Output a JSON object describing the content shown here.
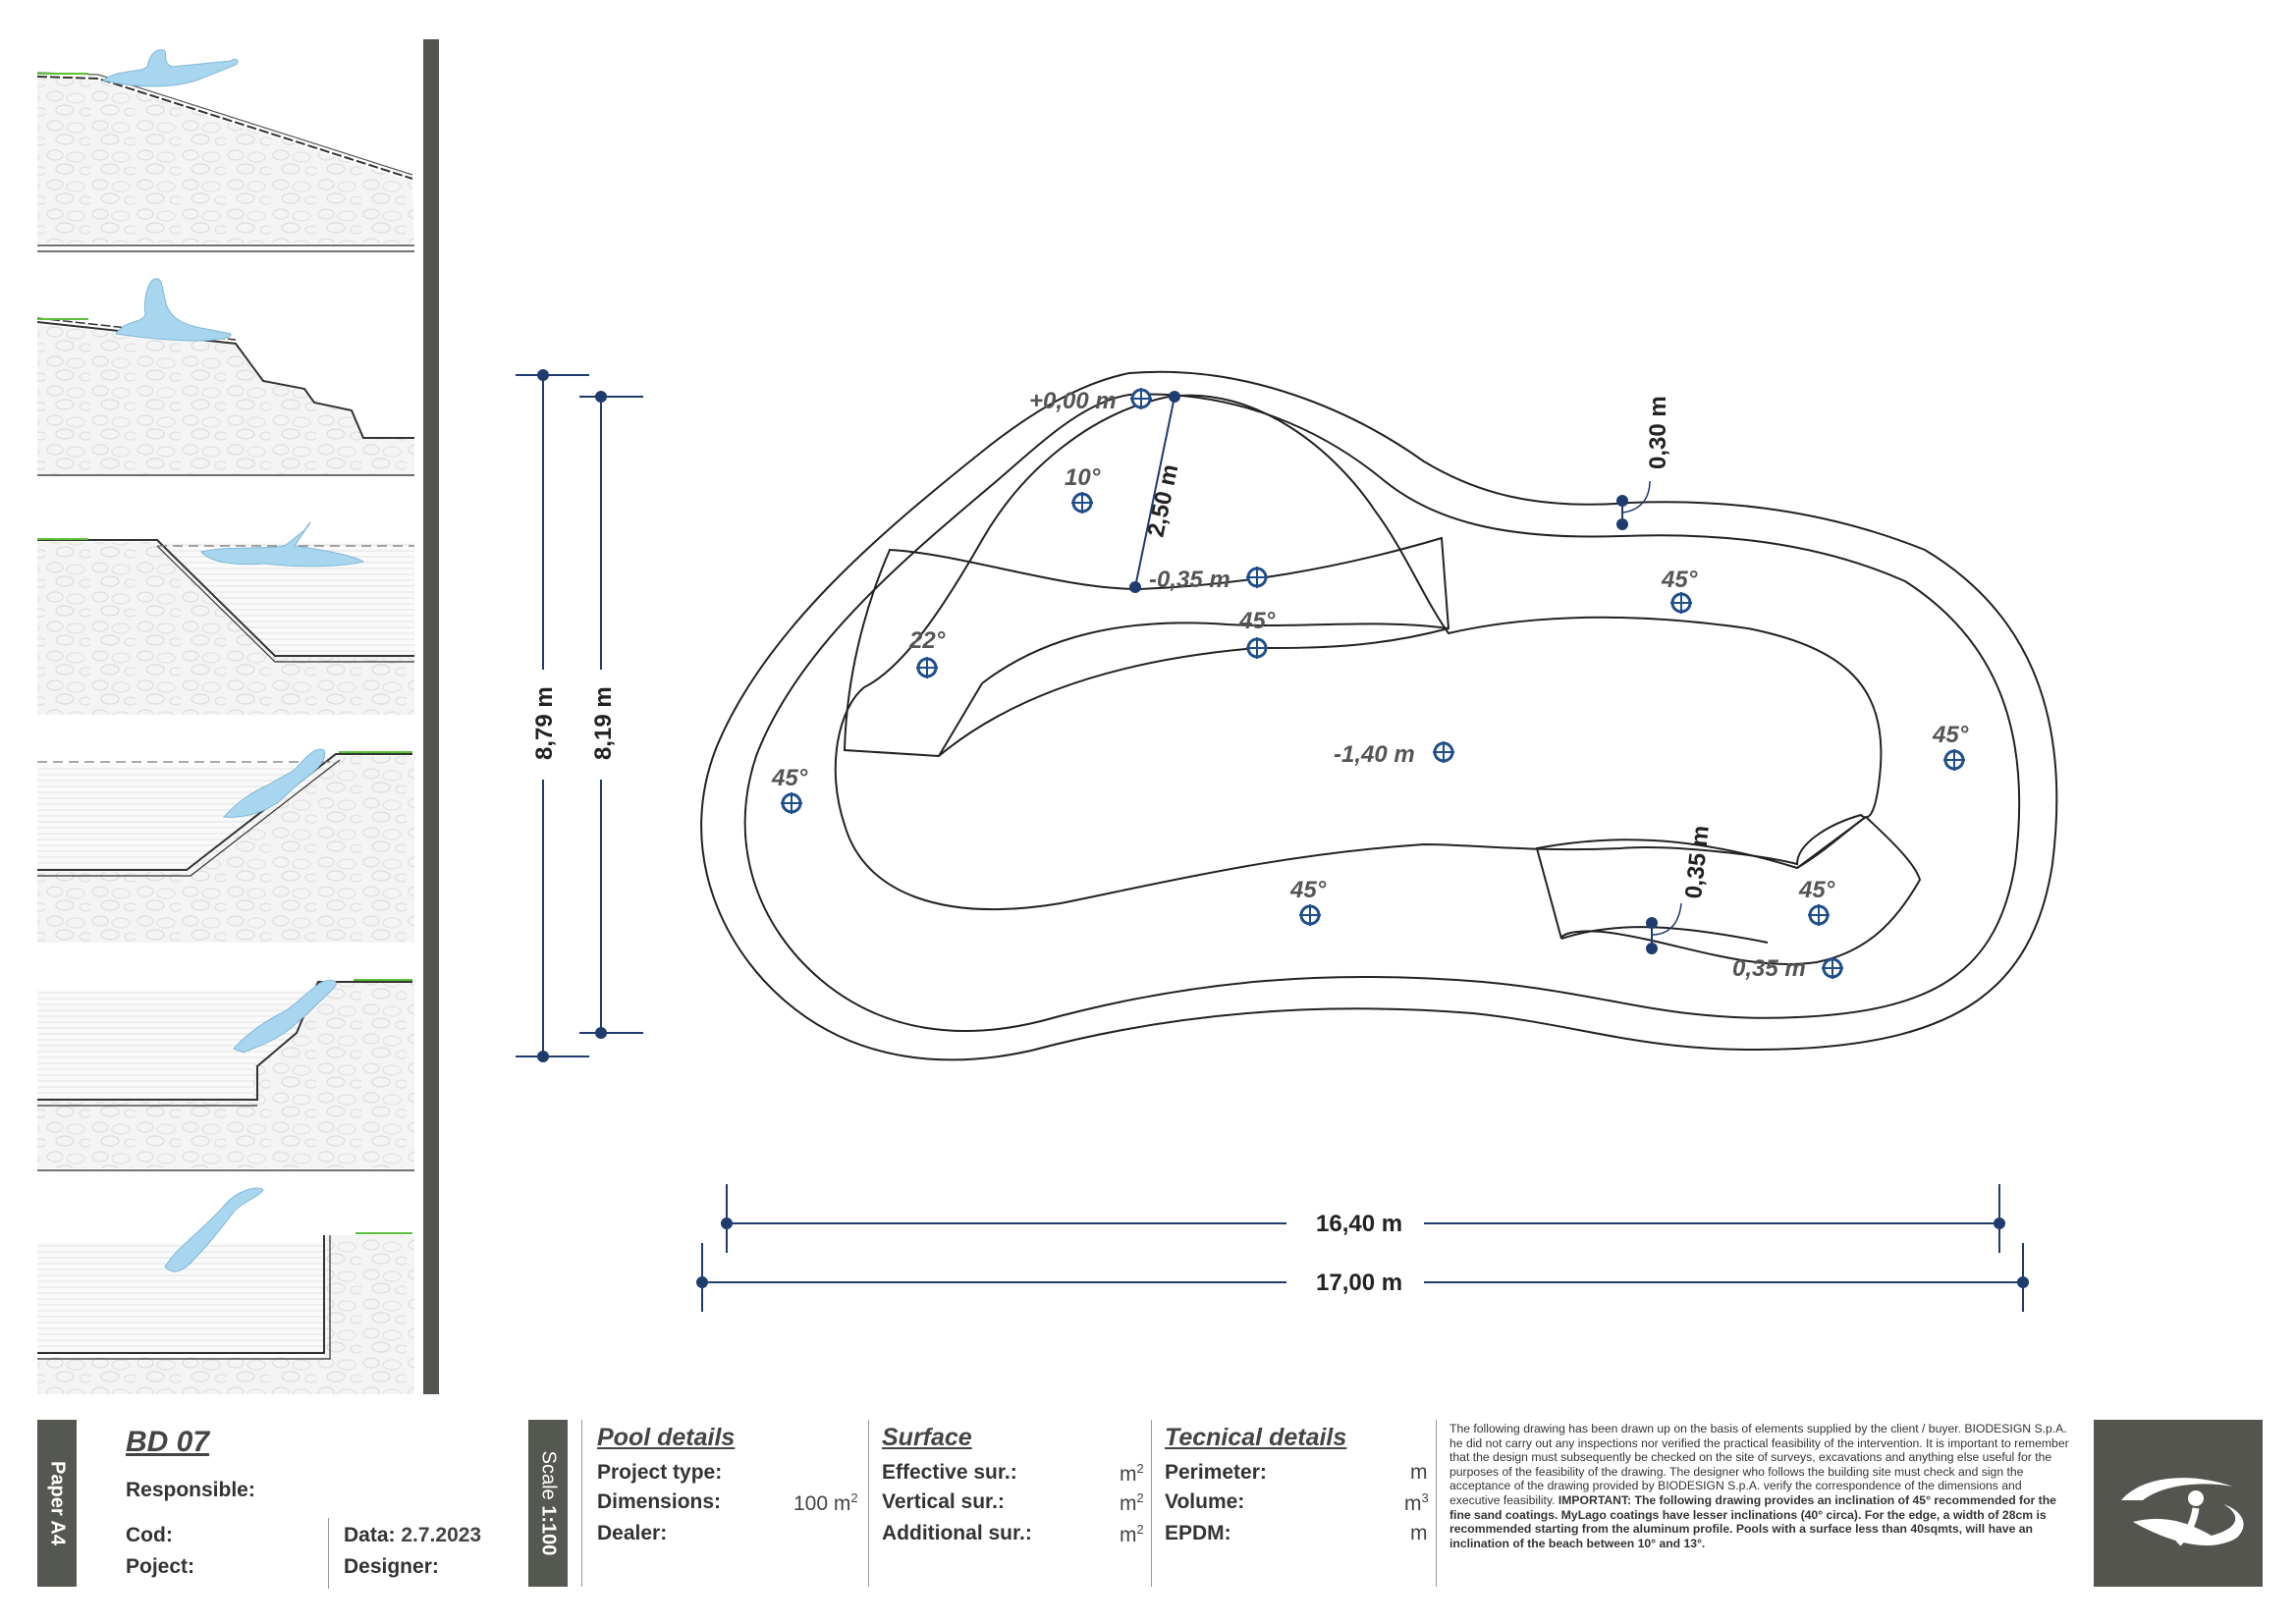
{
  "drawing": {
    "labels": {
      "elev_top": "+0,00 m",
      "elev_step": "-0,35 m",
      "elev_bottom": "-1,40 m",
      "elev_shelf": "0,35 m",
      "dim_250": "2,50 m",
      "dim_030": "0,30 m",
      "dim_035": "0,35 m",
      "angle_10": "10°",
      "angle_22": "22°",
      "angle_45_a": "45°",
      "angle_45_b": "45°",
      "angle_45_c": "45°",
      "angle_45_d": "45°",
      "angle_45_e": "45°",
      "angle_45_f": "45°"
    },
    "dimensions": {
      "height_outer": "8,79 m",
      "height_inner": "8,19 m",
      "width_inner": "16,40 m",
      "width_outer": "17,00 m"
    },
    "colors": {
      "dimension_line": "#1f3c6e",
      "marker": "#1f4e8c",
      "swimmer": "#a9d6ef",
      "grass": "#5bbf3a",
      "sidebar": "#555550"
    }
  },
  "title_block": {
    "paper": "Paper A4",
    "code": "BD 07",
    "responsible_label": "Responsible:",
    "cod_label": "Cod:",
    "project_label": "Poject:",
    "date_label": "Data:",
    "date_value": "2.7.2023",
    "designer_label": "Designer:",
    "scale_label": "Scale",
    "scale_value": "1:100",
    "pool_details": {
      "heading": "Pool details",
      "project_type_label": "Project type:",
      "dimensions_label": "Dimensions:",
      "dimensions_value": "100 m",
      "dealer_label": "Dealer:"
    },
    "surface": {
      "heading": "Surface",
      "effective_label": "Effective sur.:",
      "vertical_label": "Vertical sur.:",
      "additional_label": "Additional sur.:",
      "unit": "m"
    },
    "technical": {
      "heading": "Tecnical details",
      "perimeter_label": "Perimeter:",
      "perimeter_unit": "m",
      "volume_label": "Volume:",
      "volume_unit": "m",
      "epdm_label": "EPDM:",
      "epdm_unit": "m"
    },
    "note_plain": "The following drawing has been drawn up on the basis of elements supplied by the client / buyer. BIODESIGN S.p.A. he did not carry out any inspections nor verified the practical feasibility of the intervention. It is important to remember that the design must subsequently be checked on the site of surveys, excavations and anything else useful for the purposes of the feasibility of the drawing. The designer who follows the building site must check and sign the acceptance of the drawing provided by BIODESIGN S.p.A. verify the correspondence of the dimensions and executive feasibility.",
    "note_bold": "IMPORTANT: The following drawing provides an inclination of 45° recommended for the fine sand coatings. MyLago coatings have lesser inclinations (40° circa). For the edge, a width of 28cm is recommended starting from the aluminum profile. Pools with a surface less than 40sqmts, will have an inclination of the beach between 10° and 13°."
  }
}
